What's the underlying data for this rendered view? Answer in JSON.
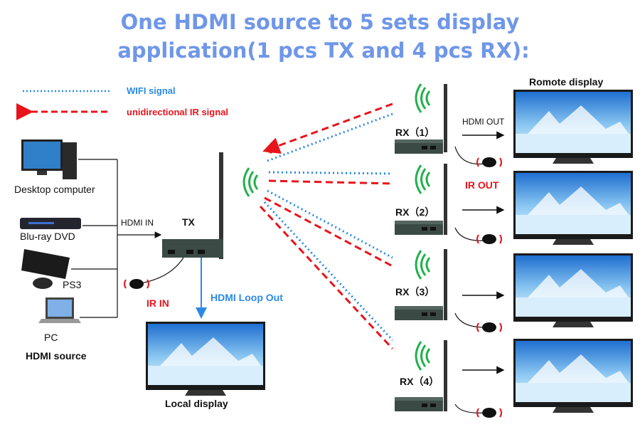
{
  "title": {
    "line1": "One HDMI source to 5 sets display",
    "line2": "application(1 pcs TX and 4 pcs RX):"
  },
  "legend": {
    "wifi": "WIFI signal",
    "ir": "unidirectional IR signal"
  },
  "sources": {
    "desktop": "Desktop computer",
    "bluray": "Blu-ray DVD",
    "ps3": "PS3",
    "pc": "PC",
    "group": "HDMI source"
  },
  "tx": {
    "label": "TX",
    "hdmi_in": "HDMI IN",
    "ir_in": "IR IN",
    "loop_out": "HDMI Loop Out",
    "local_display": "Local display"
  },
  "rx": {
    "units": [
      {
        "label": "RX（1）"
      },
      {
        "label": "RX（2）"
      },
      {
        "label": "RX（3）"
      },
      {
        "label": "RX（4）"
      }
    ],
    "hdmi_out": "HDMI OUT",
    "ir_out": "IR OUT",
    "remote_display": "Romote display"
  },
  "colors": {
    "title": "#6f97e8",
    "wifi": "#2b8ae6",
    "ir": "#e8141c",
    "antenna_wave": "#22b14c"
  }
}
